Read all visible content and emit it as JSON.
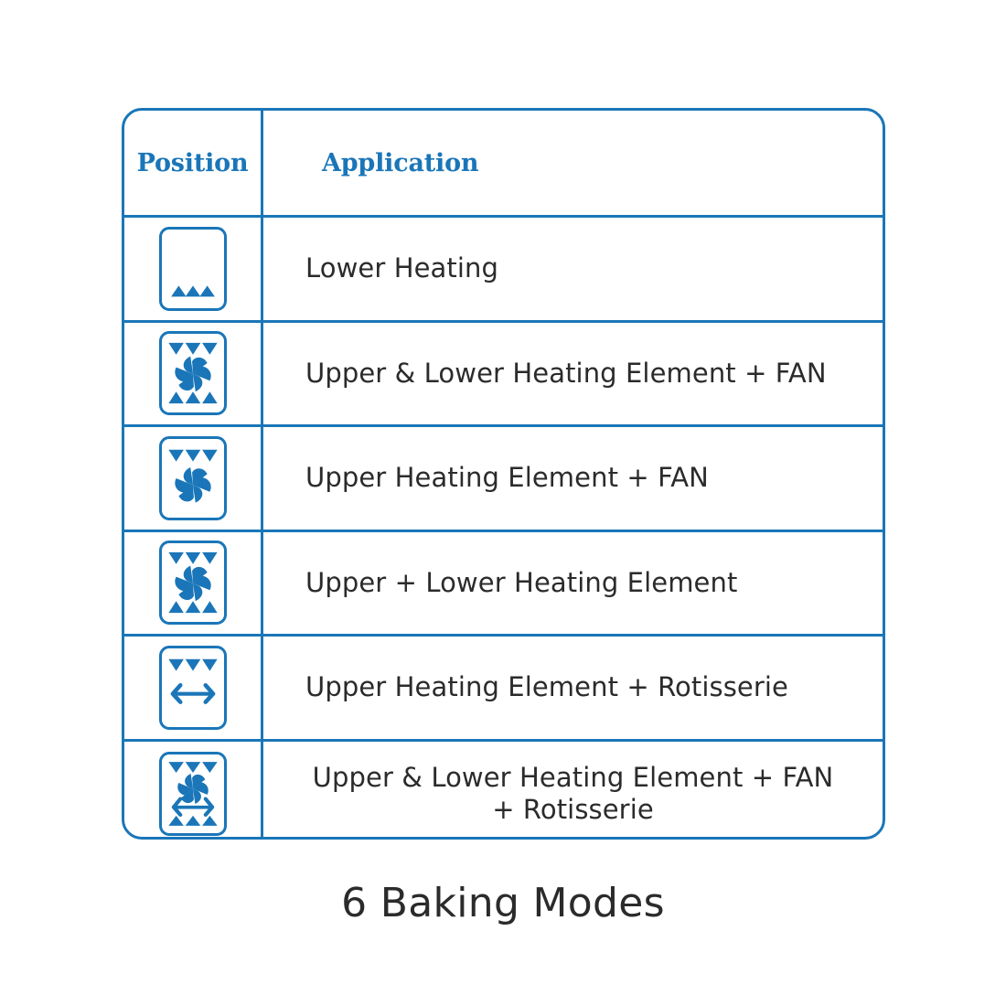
{
  "caption": "6 Baking Modes",
  "colors": {
    "accent": "#1a76b8",
    "text": "#2b2b2b",
    "background": "#ffffff"
  },
  "table": {
    "columns": [
      {
        "key": "position",
        "label": "Position"
      },
      {
        "key": "application",
        "label": "Application"
      }
    ],
    "rows": [
      {
        "icon": "lower-heating-icon",
        "icon_parts": {
          "top_triangles": 0,
          "fan": false,
          "rotisserie": false,
          "bottom_triangles": 3
        },
        "application": "Lower Heating"
      },
      {
        "icon": "upper-lower-heating-fan-icon",
        "icon_parts": {
          "top_triangles": 3,
          "fan": true,
          "rotisserie": false,
          "bottom_triangles": 3
        },
        "application": "Upper & Lower Heating Element + FAN"
      },
      {
        "icon": "upper-heating-fan-icon",
        "icon_parts": {
          "top_triangles": 3,
          "fan": true,
          "rotisserie": false,
          "bottom_triangles": 0
        },
        "application": "Upper Heating Element + FAN"
      },
      {
        "icon": "upper-lower-heating-icon",
        "icon_parts": {
          "top_triangles": 3,
          "fan": true,
          "rotisserie": false,
          "bottom_triangles": 3
        },
        "application": "Upper + Lower Heating Element"
      },
      {
        "icon": "upper-heating-rotisserie-icon",
        "icon_parts": {
          "top_triangles": 3,
          "fan": false,
          "rotisserie": true,
          "bottom_triangles": 0
        },
        "application": "Upper Heating Element + Rotisserie"
      },
      {
        "icon": "upper-lower-heating-fan-rotisserie-icon",
        "icon_parts": {
          "top_triangles": 3,
          "fan": true,
          "rotisserie": true,
          "bottom_triangles": 3
        },
        "application_line1": "Upper & Lower Heating Element + FAN",
        "application_line2": "+ Rotisserie"
      }
    ]
  }
}
